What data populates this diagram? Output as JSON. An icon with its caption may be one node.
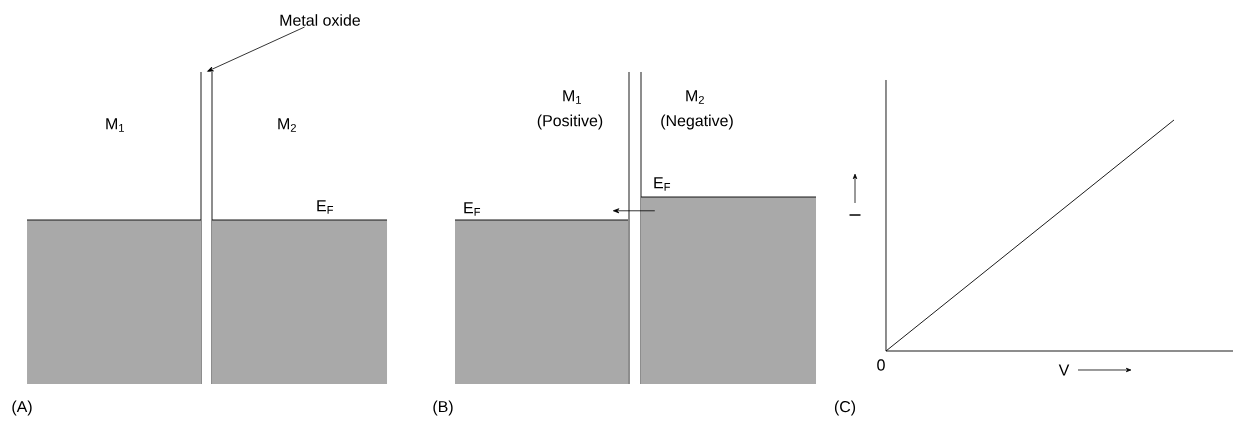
{
  "diagram": {
    "nodes": [
      {
        "text": [
          "Metal oxide"
        ]
      },
      {
        "text": [],
        "shape": "bar"
      },
      {
        "text": [],
        "shape": "box"
      },
      {
        "text": [],
        "shape": "box",
        "beside": [
          "E$_{F}$"
        ]
      },
      {
        "text": [],
        "shape": "box",
        "beside": [
          "E$_{F}$"
        ]
      },
      {
        "text": [],
        "shape": "box",
        "beside": [
          "E$_{F}$"
        ]
      }
    ],
    "edges": [
      {
        "from": 0,
        "to": 1,
        "arrow": "to"
      },
      {
        "from": 5,
        "to": 4,
        "arrow": "to"
      }
    ],
    "labels": [
      "M$_{1}$",
      "M$_{2}$",
      "(A)",
      "M$_{1}$",
      "(Positive)",
      "M$_{2}$",
      "(Negative)",
      "(B)",
      "I",
      "0",
      "V",
      "(C)"
    ]
  }
}
